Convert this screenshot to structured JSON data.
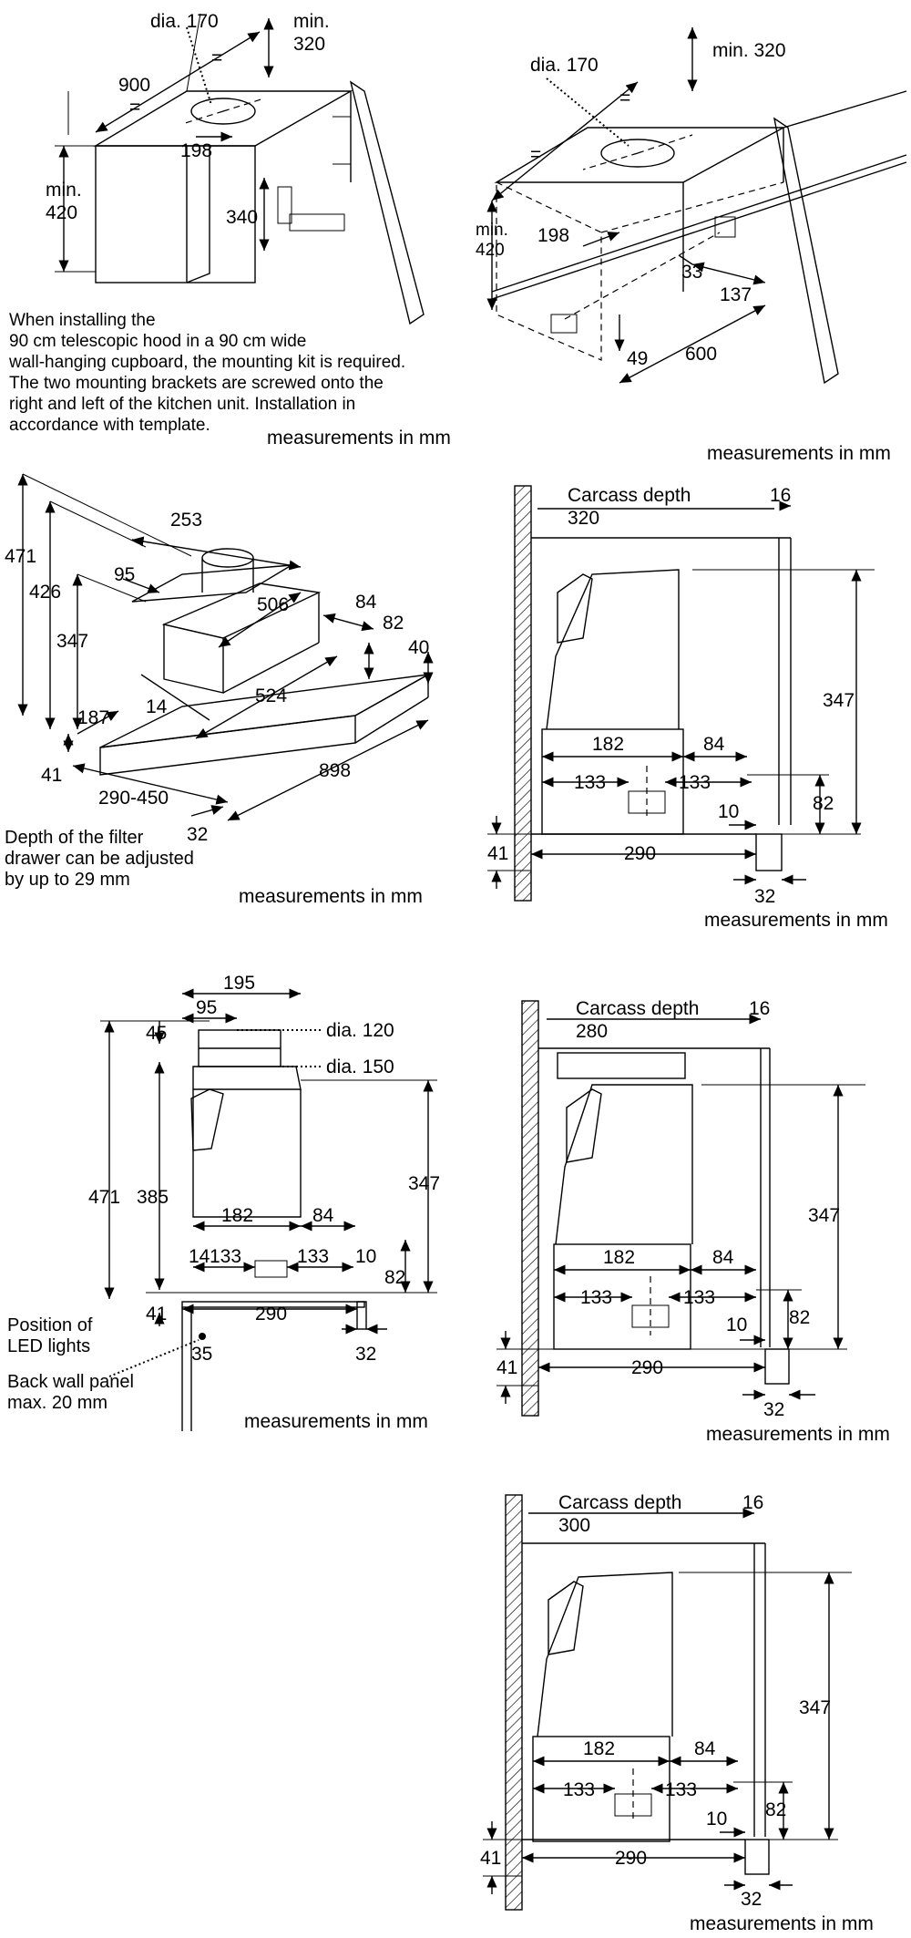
{
  "panels": {
    "cupboard_90": {
      "dims": [
        "dia. 170",
        "min.",
        "320",
        "900",
        "=",
        "=",
        "198",
        "min.",
        "420",
        "340"
      ],
      "note": "When installing the\n90 cm telescopic hood in a 90 cm wide\nwall-hanging cupboard, the mounting kit is required.\nThe two mounting brackets are screwed onto the\nright and left of the kitchen unit. Installation in\naccordance with template.",
      "units": "measurements in mm"
    },
    "cupboard_60": {
      "dims": [
        "dia. 170",
        "min. 320",
        "=",
        "=",
        "min.",
        "420",
        "198",
        "33",
        "137",
        "49",
        "600"
      ],
      "units": "measurements in mm"
    },
    "hood_iso": {
      "dims": [
        "471",
        "426",
        "347",
        "253",
        "95",
        "506",
        "84",
        "82",
        "40",
        "187",
        "14",
        "524",
        "41",
        "898",
        "290-450",
        "32"
      ],
      "note": "Depth of the filter\ndrawer can be adjusted\nby up to 29 mm",
      "units": "measurements in mm"
    },
    "side_320": {
      "carcass_label": "Carcass depth",
      "carcass_value": "320",
      "dims": [
        "16",
        "347",
        "182",
        "84",
        "133",
        "133",
        "82",
        "10",
        "41",
        "290",
        "32"
      ],
      "units": "measurements in mm"
    },
    "side_detail": {
      "dims": [
        "195",
        "95",
        "45",
        "dia. 120",
        "dia. 150",
        "471",
        "385",
        "347",
        "182",
        "84",
        "14",
        "133",
        "133",
        "10",
        "82",
        "41",
        "290",
        "35",
        "32"
      ],
      "led": "Position of\nLED lights",
      "backwall": "Back wall panel\nmax. 20 mm",
      "units": "measurements in mm"
    },
    "side_280": {
      "carcass_label": "Carcass depth",
      "carcass_value": "280",
      "dims": [
        "16",
        "347",
        "182",
        "84",
        "133",
        "133",
        "82",
        "10",
        "41",
        "290",
        "32"
      ],
      "units": "measurements in mm"
    },
    "side_300": {
      "carcass_label": "Carcass depth",
      "carcass_value": "300",
      "dims": [
        "16",
        "347",
        "182",
        "84",
        "133",
        "133",
        "82",
        "10",
        "41",
        "290",
        "32"
      ],
      "units": "measurements in mm"
    }
  }
}
